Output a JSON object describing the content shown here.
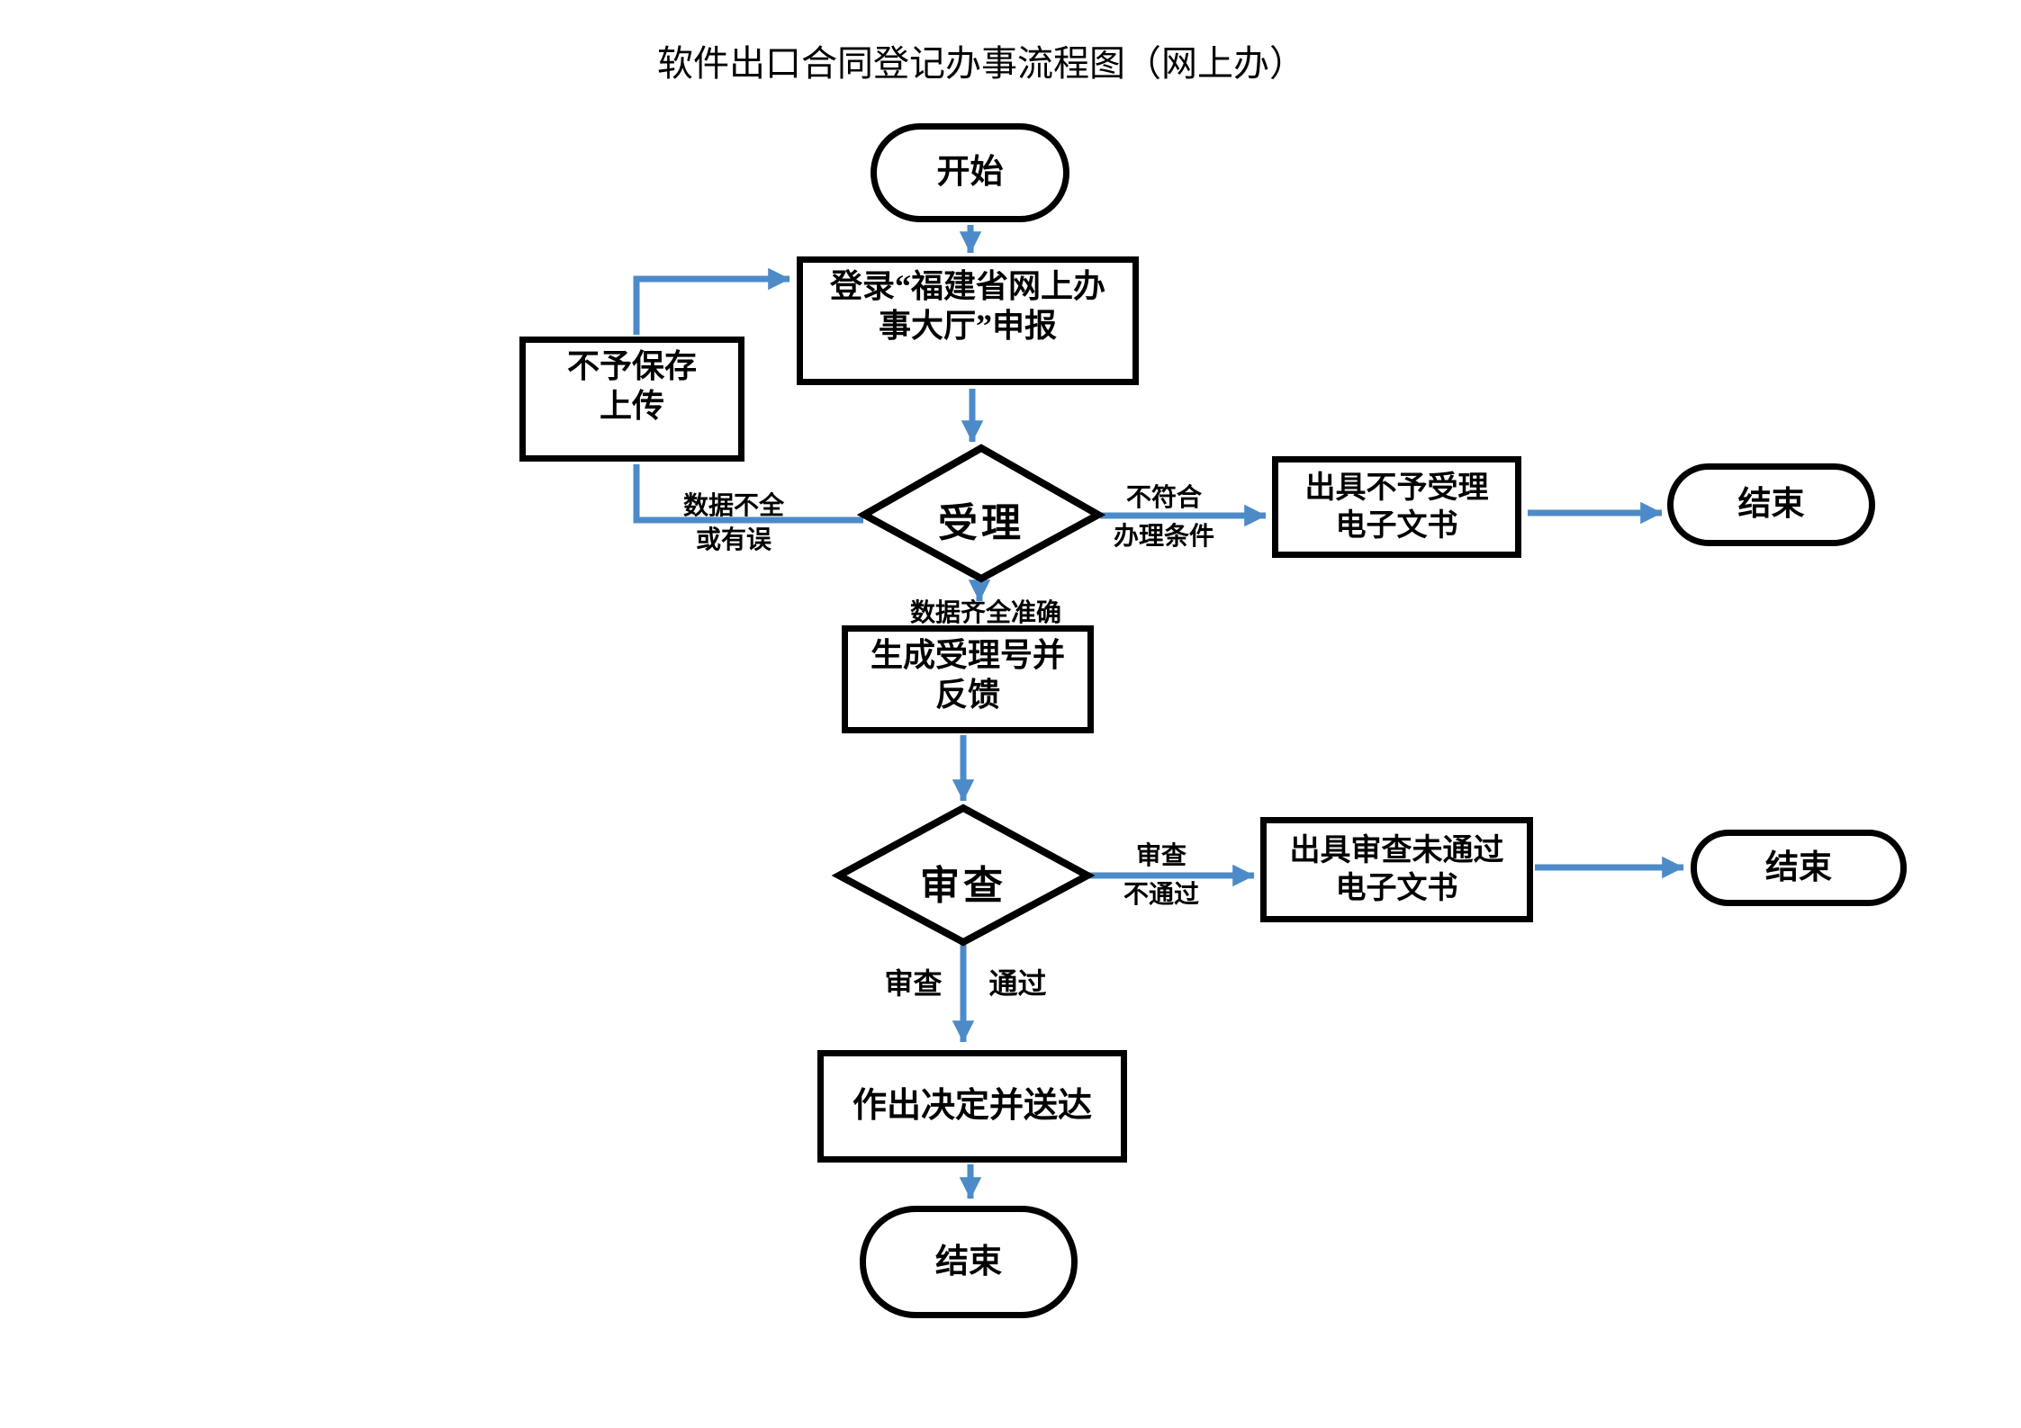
{
  "title": "软件出口合同登记办事流程图（网上办）",
  "colors": {
    "arrow": "#4D8BC8",
    "shape_border": "#000000",
    "text": "#000000",
    "background": "#FFFFFF"
  },
  "nodes": {
    "start": {
      "type": "terminator",
      "label": "开始"
    },
    "login": {
      "type": "process",
      "label": "登录“福建省网上办\n事大厅”申报"
    },
    "no_save": {
      "type": "process",
      "label": "不予保存\n上传"
    },
    "accept": {
      "type": "decision",
      "label": "受理"
    },
    "reject_doc": {
      "type": "process",
      "label": "出具不予受理\n电子文书"
    },
    "end_reject": {
      "type": "terminator",
      "label": "结束"
    },
    "gen_number": {
      "type": "process",
      "label": "生成受理号并\n反馈"
    },
    "review": {
      "type": "decision",
      "label": "审查"
    },
    "review_fail_doc": {
      "type": "process",
      "label": "出具审查未通过\n电子文书"
    },
    "end_review_fail": {
      "type": "terminator",
      "label": "结束"
    },
    "decision": {
      "type": "process",
      "label": "作出决定并送达"
    },
    "end_final": {
      "type": "terminator",
      "label": "结束"
    }
  },
  "edge_labels": {
    "data_incomplete": "数据不全\n或有误",
    "data_complete": "数据齐全准确",
    "not_qualified": "不符合\n办理条件",
    "review_not_pass": "审查\n不通过",
    "review_pass_left": "审查",
    "review_pass_right": "通过"
  }
}
